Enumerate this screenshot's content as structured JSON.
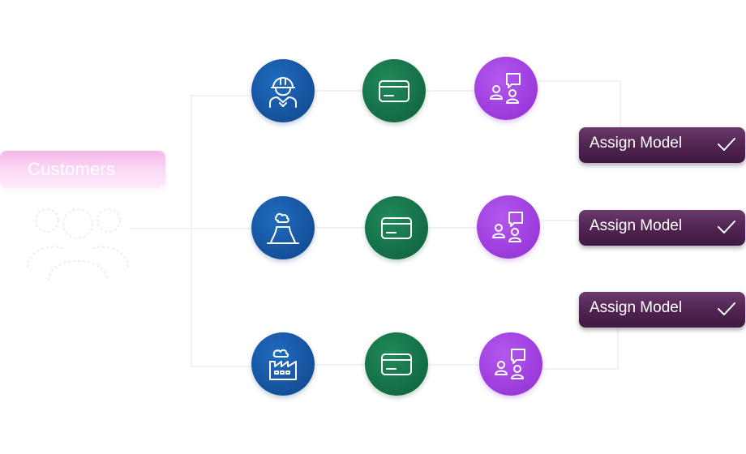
{
  "customers": {
    "label": "Customers"
  },
  "rows": [
    {
      "segment_icon": "construction-worker-icon",
      "payment_icon": "credit-card-icon",
      "chat_icon": "chat-users-icon"
    },
    {
      "segment_icon": "power-plant-icon",
      "payment_icon": "credit-card-icon",
      "chat_icon": "chat-users-icon"
    },
    {
      "segment_icon": "factory-icon",
      "payment_icon": "credit-card-icon",
      "chat_icon": "chat-users-icon"
    }
  ],
  "assign_buttons": [
    {
      "label": "Assign Model",
      "icon": "check-icon"
    },
    {
      "label": "Assign Model",
      "icon": "check-icon"
    },
    {
      "label": "Assign Model",
      "icon": "check-icon"
    }
  ],
  "colors": {
    "segment": "#15509a",
    "payment": "#146b44",
    "chat": "#9a3adb",
    "assign_button": "#4f2350",
    "customers_pill": "#f4b6e8"
  }
}
